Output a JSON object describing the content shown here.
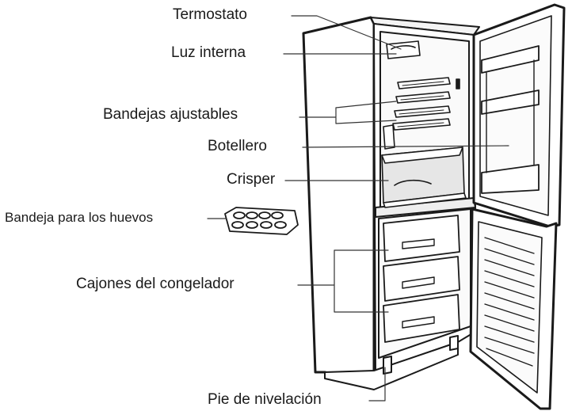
{
  "diagram": {
    "labels": {
      "thermostat": "Termostato",
      "interior_light": "Luz interna",
      "adjustable_shelves": "Bandejas ajustables",
      "bottle_rack": "Botellero",
      "crisper": "Crisper",
      "egg_tray": "Bandeja para los huevos",
      "freezer_drawers": "Cajones del congelador",
      "leveling_foot": "Pie de nivelación"
    },
    "colors": {
      "line": "#1a1a1a",
      "fill": "#ffffff",
      "shade": "#e6e6e6"
    }
  }
}
